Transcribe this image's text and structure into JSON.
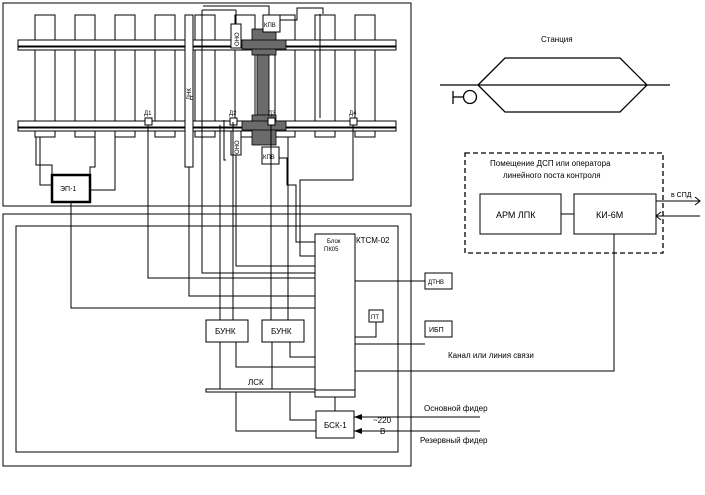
{
  "labels": {
    "station": "Станция",
    "dsp_room_line1": "Помещение ДСП или оператора",
    "dsp_room_line2": "линейного поста контроля",
    "arm_lpk": "АРМ ЛПК",
    "ki6m": "КИ-6М",
    "to_spd": "в СПД",
    "ktsm": "КТСМ-02",
    "pk05_line1": "Блок",
    "pk05_line2": "ПК05",
    "bunk_left": "БУНК",
    "bunk_right": "БУНК",
    "lsk": "ЛСК",
    "bsk": "БСК-1",
    "pt": "ПТ",
    "dtnv": "ДТНВ",
    "ibp": "ИБП",
    "channel": "Канал или линия связи",
    "main_feeder": "Основной фидер",
    "reserve_feeder": "Резервный фидер",
    "voltage_line1": "~220",
    "voltage_line2": "В",
    "ep1": "ЭП-1",
    "d1": "Д1",
    "d2": "Д2",
    "d3": "Д3",
    "d4": "Д4",
    "kpv_top": "КПВ",
    "kpv_bottom": "КПВ",
    "dnk": "ДНК",
    "ono_top": "ОНО",
    "ono_bottom": "ОНО"
  },
  "colors": {
    "line": "#000000",
    "axle": "#6b6b6b",
    "background": "#ffffff"
  }
}
